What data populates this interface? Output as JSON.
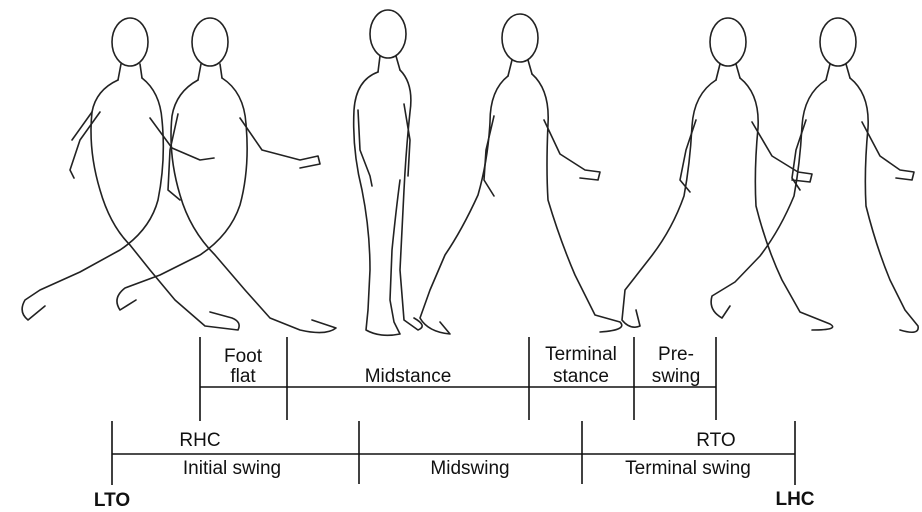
{
  "stance_phases": {
    "foot_flat": [
      "Foot",
      "flat"
    ],
    "midstance": "Midstance",
    "terminal_stance": [
      "Terminal",
      "stance"
    ],
    "pre_swing": [
      "Pre-",
      "swing"
    ]
  },
  "swing_phases": {
    "initial_swing": "Initial swing",
    "midswing": "Midswing",
    "terminal_swing": "Terminal swing"
  },
  "events": {
    "rhc": "RHC",
    "rto": "RTO",
    "lto": "LTO",
    "lhc": "LHC"
  },
  "figures": [
    {
      "name": "figure-1"
    },
    {
      "name": "figure-2"
    },
    {
      "name": "figure-3"
    },
    {
      "name": "figure-4"
    },
    {
      "name": "figure-5"
    },
    {
      "name": "figure-6"
    }
  ]
}
